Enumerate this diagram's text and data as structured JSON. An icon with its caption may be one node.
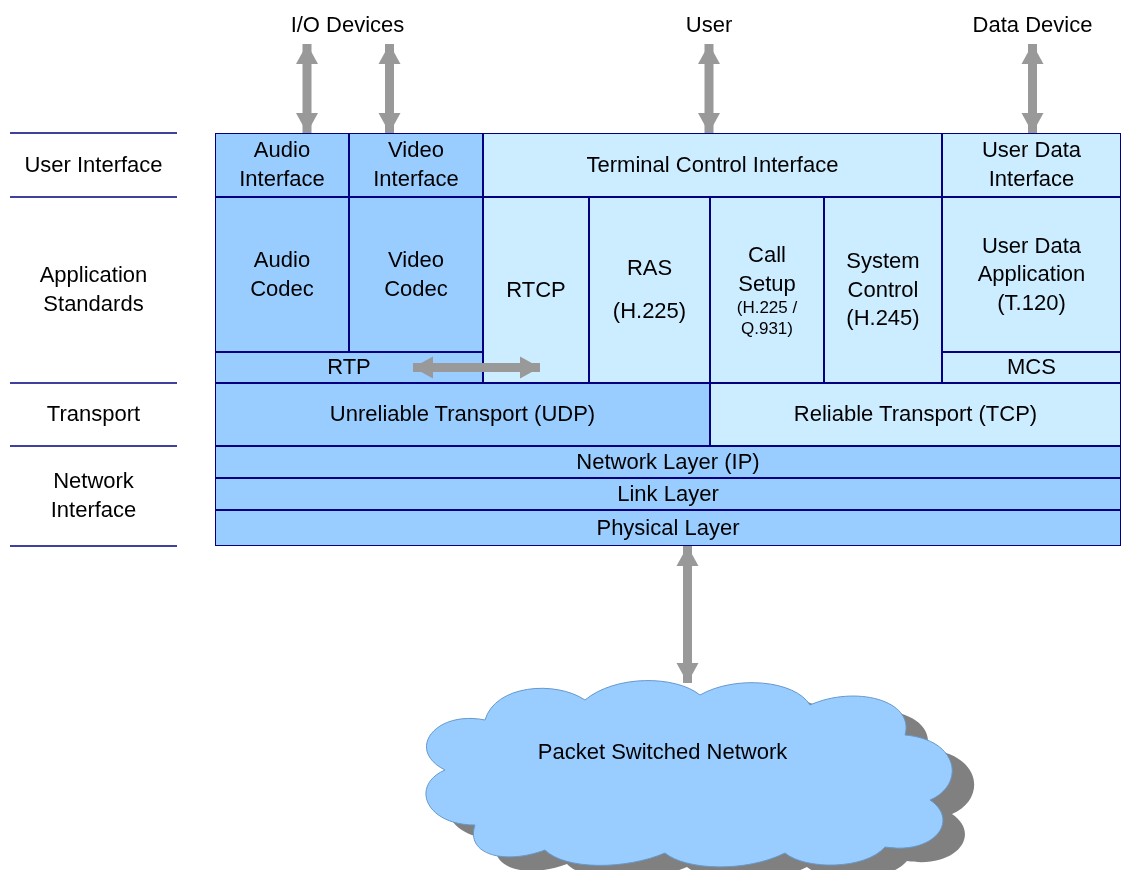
{
  "diagram": {
    "nodes": [
      {
        "text": [
          "I/O Devices"
        ]
      },
      {
        "text": [
          "User"
        ]
      },
      {
        "text": [
          "Data Device"
        ]
      },
      {
        "text": [
          "Audio Interface"
        ]
      },
      {
        "text": [
          "Video Interface"
        ]
      },
      {
        "text": [
          "Terminal Control Interface"
        ]
      },
      {
        "text": [
          "User Data Interface"
        ]
      },
      {
        "text": [
          "Audio Codec"
        ]
      },
      {
        "text": [
          "Video Codec"
        ]
      },
      {
        "text": [
          "RTCP"
        ]
      },
      {
        "text": [
          "RAS",
          "(H.225)"
        ]
      },
      {
        "text": [
          "Call Setup",
          "(H.225 / Q.931)"
        ]
      },
      {
        "text": [
          "System Control (H.245)"
        ]
      },
      {
        "text": [
          "User Data Application (T.120)"
        ]
      },
      {
        "text": [
          "RTP"
        ]
      },
      {
        "text": [
          "MCS"
        ]
      },
      {
        "text": [
          "Unreliable Transport (UDP)"
        ]
      },
      {
        "text": [
          "Reliable Transport (TCP)"
        ]
      },
      {
        "text": [
          "Network Layer (IP)"
        ]
      },
      {
        "text": [
          "Link Layer"
        ]
      },
      {
        "text": [
          "Physical Layer"
        ]
      },
      {
        "text": [
          "Packet Switched Network"
        ]
      }
    ],
    "edges": [
      {
        "from": 0,
        "to": 3,
        "arrow": "both"
      },
      {
        "from": 0,
        "to": 4,
        "arrow": "both"
      },
      {
        "from": 1,
        "to": 5,
        "arrow": "both"
      },
      {
        "from": 2,
        "to": 6,
        "arrow": "both"
      },
      {
        "from": 14,
        "to": 9,
        "arrow": "both"
      },
      {
        "from": 20,
        "to": 21,
        "arrow": "both"
      }
    ],
    "labels": [
      "User Interface",
      "Application Standards",
      "Transport",
      "Network Interface"
    ]
  }
}
